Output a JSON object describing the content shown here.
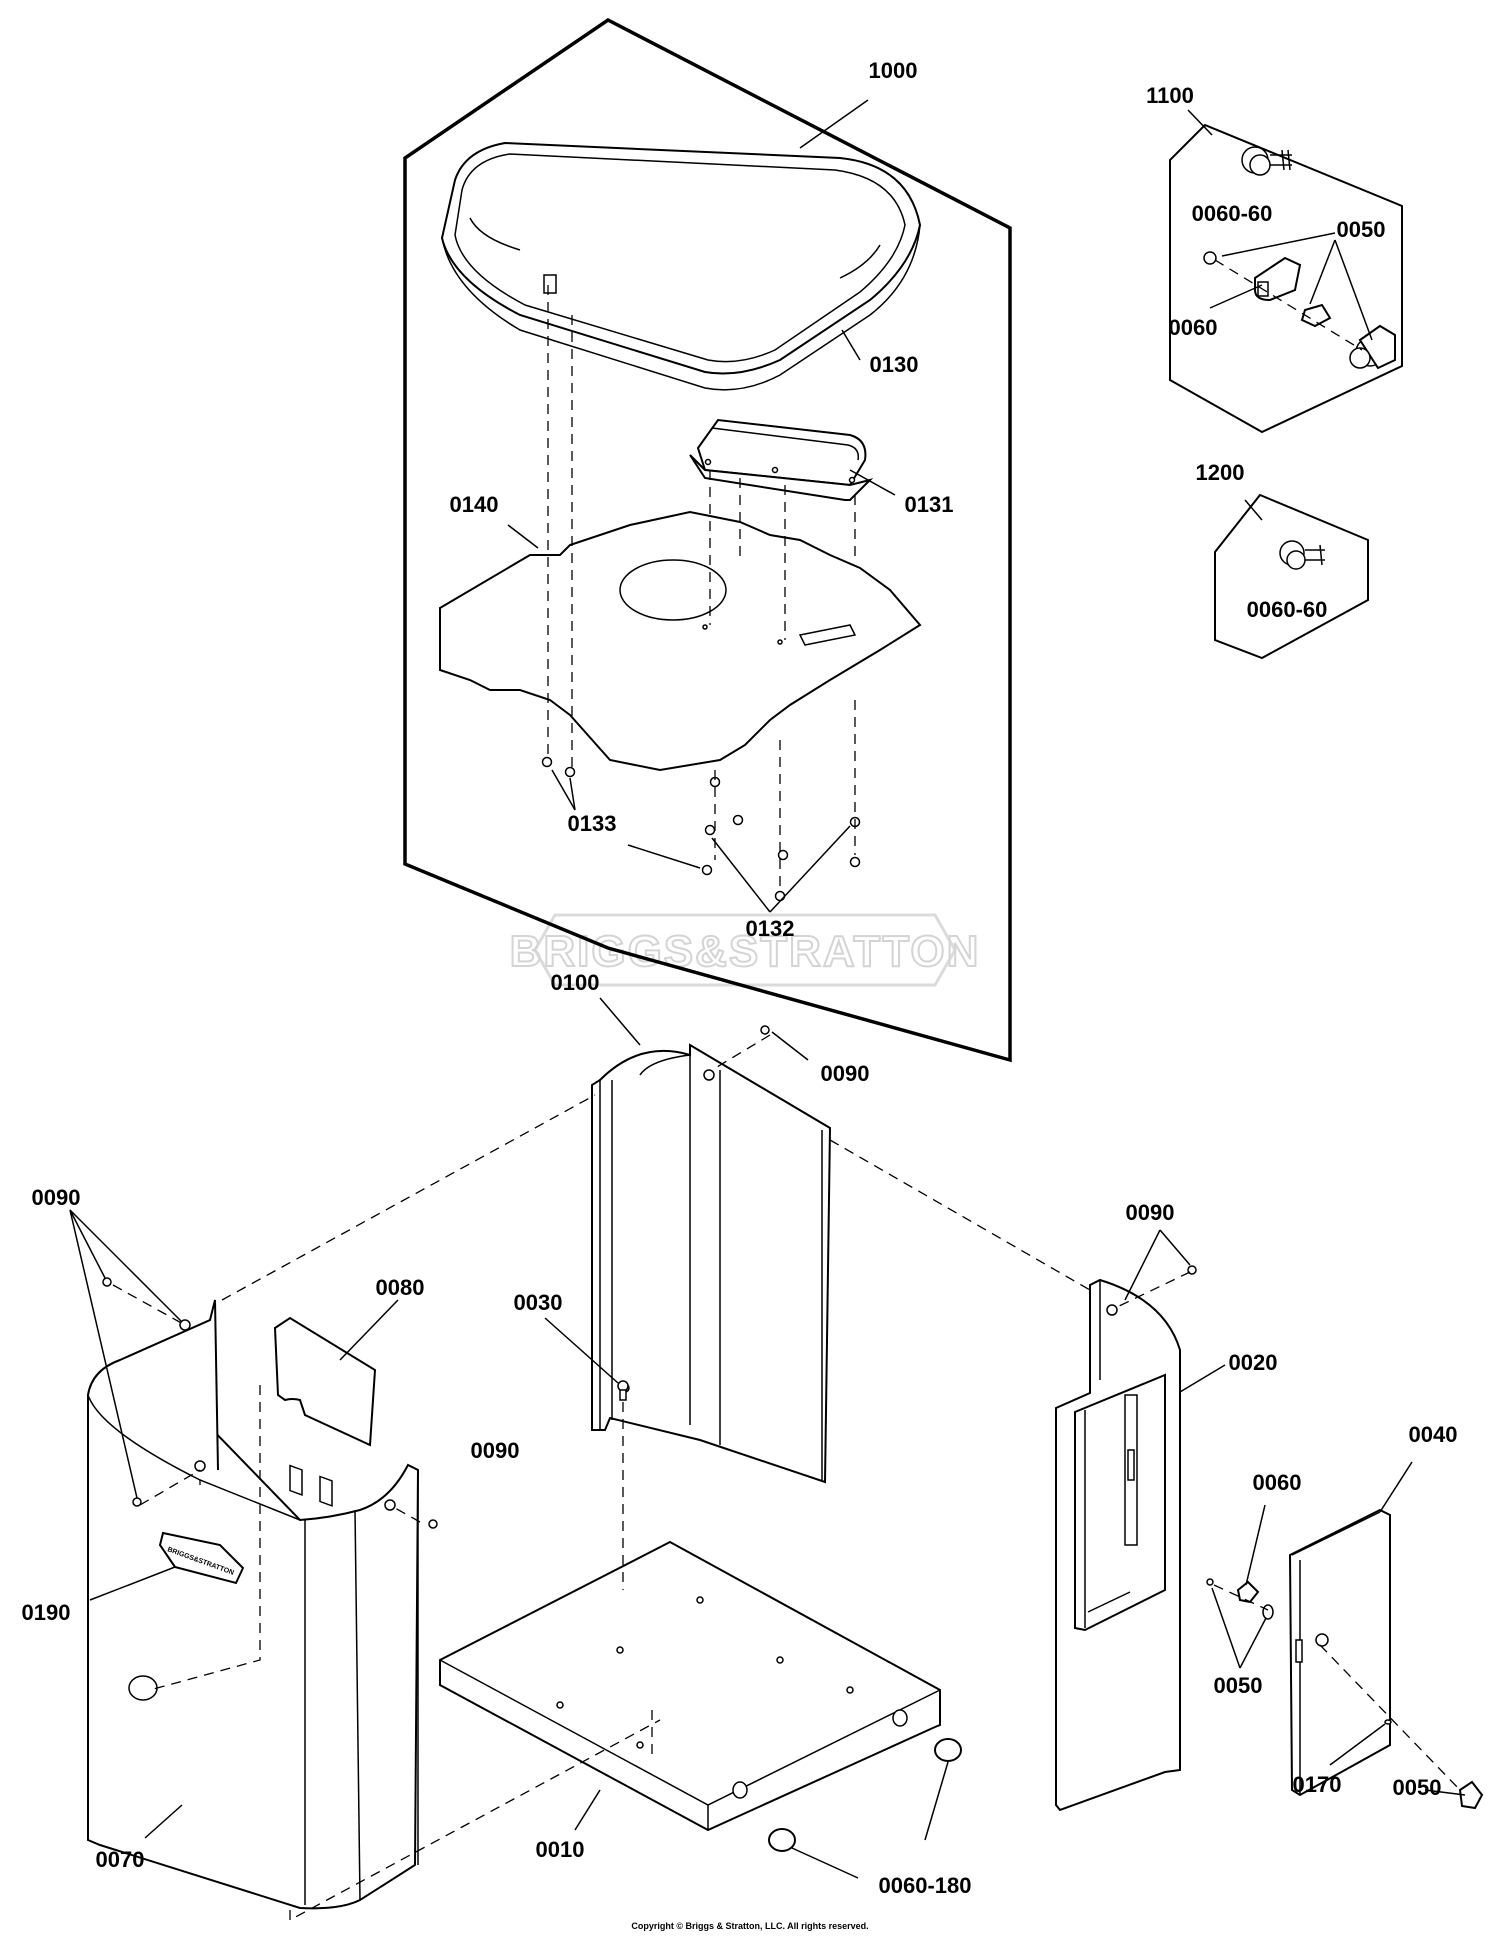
{
  "labels": {
    "l1000": "1000",
    "l0130": "0130",
    "l0131": "0131",
    "l0140": "0140",
    "l0133": "0133",
    "l0132": "0132",
    "l1100": "1100",
    "l1100_0060_60": "0060-60",
    "l1100_0050": "0050",
    "l1100_0060": "0060",
    "l1200": "1200",
    "l1200_0060_60": "0060-60",
    "l0100": "0100",
    "l0090_top": "0090",
    "l0090_left": "0090",
    "l0080": "0080",
    "l0030": "0030",
    "l0090_right": "0090",
    "l0020": "0020",
    "l0090_mid": "0090",
    "l0040": "0040",
    "l0060_door": "0060",
    "l0190": "0190",
    "l0050_door": "0050",
    "l0170": "0170",
    "l0050_latch": "0050",
    "l0070": "0070",
    "l0010": "0010",
    "l0060_180": "0060-180"
  },
  "watermark": "BRIGGS&STRATTON",
  "emblem_text": "BRIGGS&STRATTON",
  "copyright": "Copyright © Briggs & Stratton, LLC. All rights reserved."
}
